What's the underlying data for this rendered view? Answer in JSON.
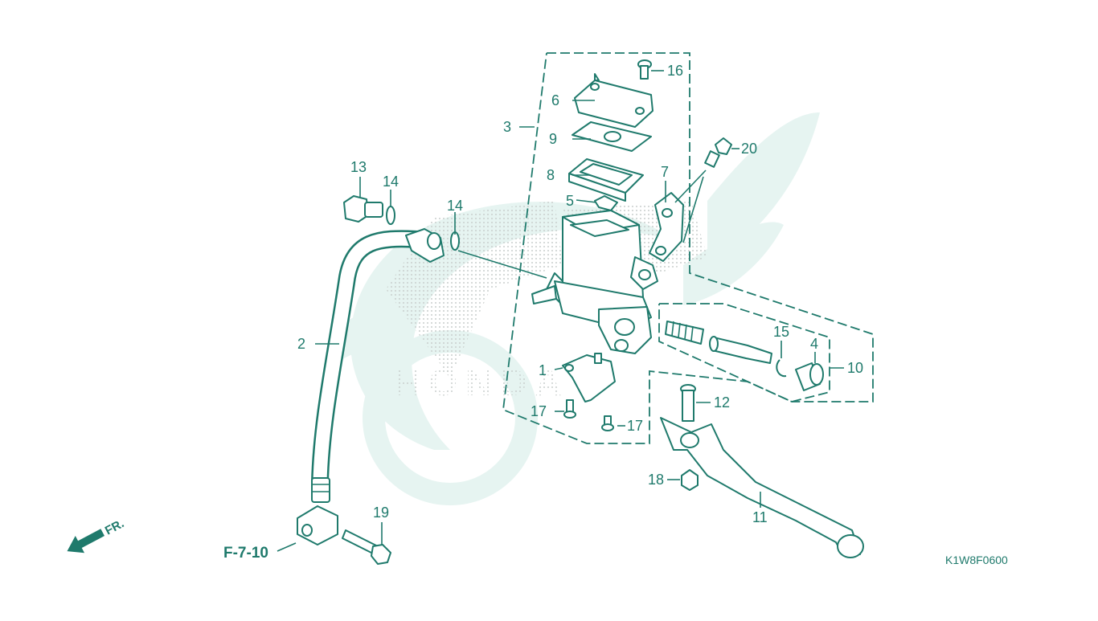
{
  "diagram": {
    "line_color": "#1f7a6c",
    "watermark_color": "#e6f4f1",
    "watermark_text": "HONDA",
    "drawing_code": "K1W8F0600",
    "reference": "F-7-10",
    "direction_label": "FR.",
    "callouts": [
      {
        "num": "1"
      },
      {
        "num": "2"
      },
      {
        "num": "3"
      },
      {
        "num": "4"
      },
      {
        "num": "5"
      },
      {
        "num": "6"
      },
      {
        "num": "7"
      },
      {
        "num": "8"
      },
      {
        "num": "9"
      },
      {
        "num": "10"
      },
      {
        "num": "11"
      },
      {
        "num": "12"
      },
      {
        "num": "13"
      },
      {
        "num": "14"
      },
      {
        "num": "14"
      },
      {
        "num": "15"
      },
      {
        "num": "16"
      },
      {
        "num": "17"
      },
      {
        "num": "17"
      },
      {
        "num": "18"
      },
      {
        "num": "19"
      },
      {
        "num": "20"
      }
    ]
  }
}
